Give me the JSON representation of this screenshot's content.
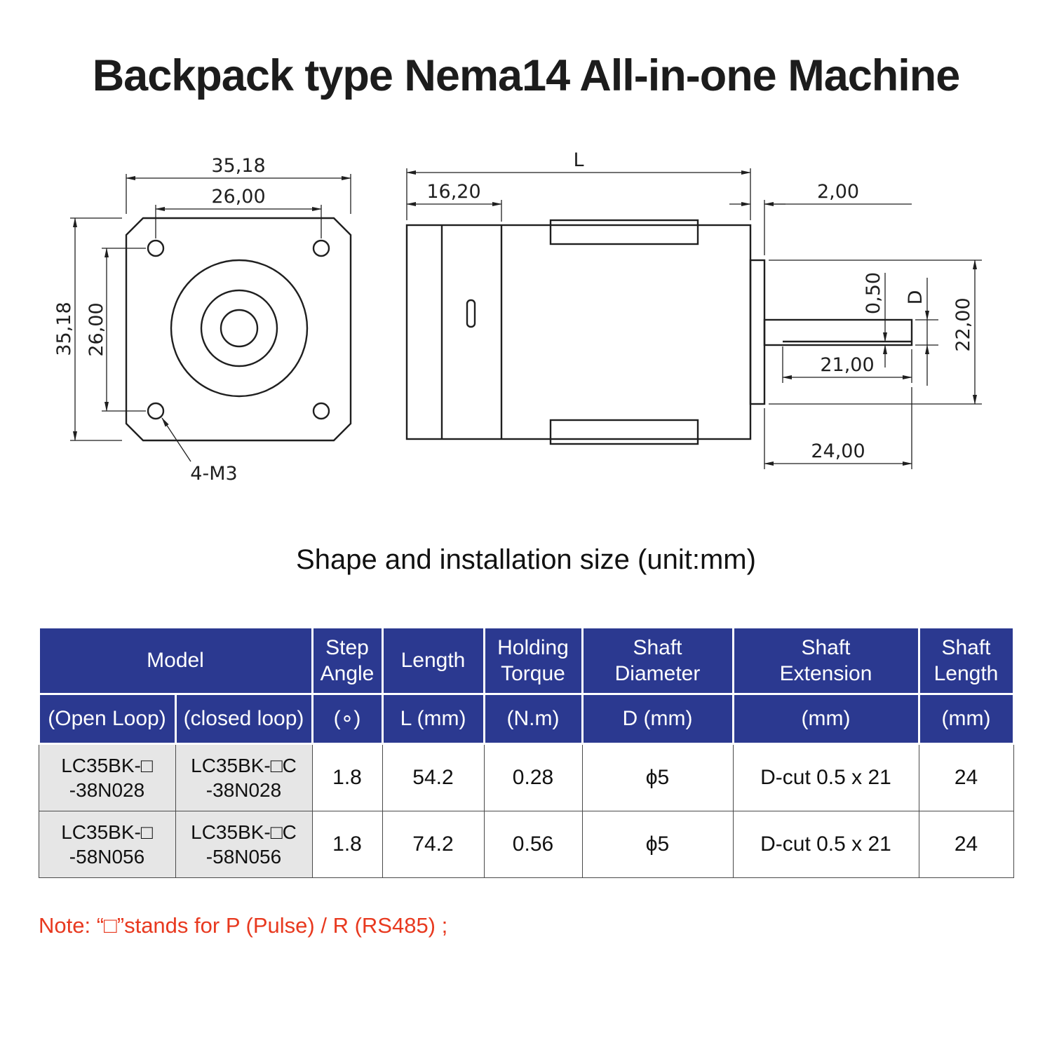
{
  "title": "Backpack type Nema14 All-in-one Machine",
  "caption": "Shape and installation size (unit:mm)",
  "note": "Note: “□”stands for P (Pulse) / R (RS485) ;",
  "front_view": {
    "dim_width_outer": "35,18",
    "dim_width_holes": "26,00",
    "dim_height_outer": "35,18",
    "dim_height_holes": "26,00",
    "label_mounting_holes": "4-M3"
  },
  "side_view": {
    "dim_total_length": "L",
    "dim_front_section": "16,20",
    "dim_pilot_boss": "2,00",
    "dim_flat_depth": "0,50",
    "dim_shaft_diameter": "D",
    "dim_pilot_diameter": "22,00",
    "dim_flat_length": "21,00",
    "dim_shaft_length": "24,00"
  },
  "table": {
    "header": {
      "model": "Model",
      "step_angle": "Step\nAngle",
      "length": "Length",
      "holding_torque": "Holding\nTorque",
      "shaft_diameter": "Shaft\nDiameter",
      "shaft_extension": "Shaft\nExtension",
      "shaft_length": "Shaft\nLength",
      "open_loop": "(Open Loop)",
      "closed_loop": "(closed loop)",
      "step_angle_unit": "(∘)",
      "length_unit": "L (mm)",
      "holding_torque_unit": "(N.m)",
      "shaft_diameter_unit": "D (mm)",
      "shaft_extension_unit": "(mm)",
      "shaft_length_unit": "(mm)"
    },
    "rows": [
      {
        "model_open": "LC35BK-□\n-38N028",
        "model_closed": "LC35BK-□C\n-38N028",
        "step_angle": "1.8",
        "length": "54.2",
        "holding_torque": "0.28",
        "shaft_diameter": "ϕ5",
        "shaft_extension": "D-cut 0.5 x 21",
        "shaft_length": "24"
      },
      {
        "model_open": "LC35BK-□\n-58N056",
        "model_closed": "LC35BK-□C\n-58N056",
        "step_angle": "1.8",
        "length": "74.2",
        "holding_torque": "0.56",
        "shaft_diameter": "ϕ5",
        "shaft_extension": "D-cut 0.5 x 21",
        "shaft_length": "24"
      }
    ]
  },
  "colors": {
    "header_bg": "#2b3990",
    "model_cell_bg": "#e6e6e6",
    "note_red": "#e8391f",
    "line": "#1f1f1f"
  }
}
